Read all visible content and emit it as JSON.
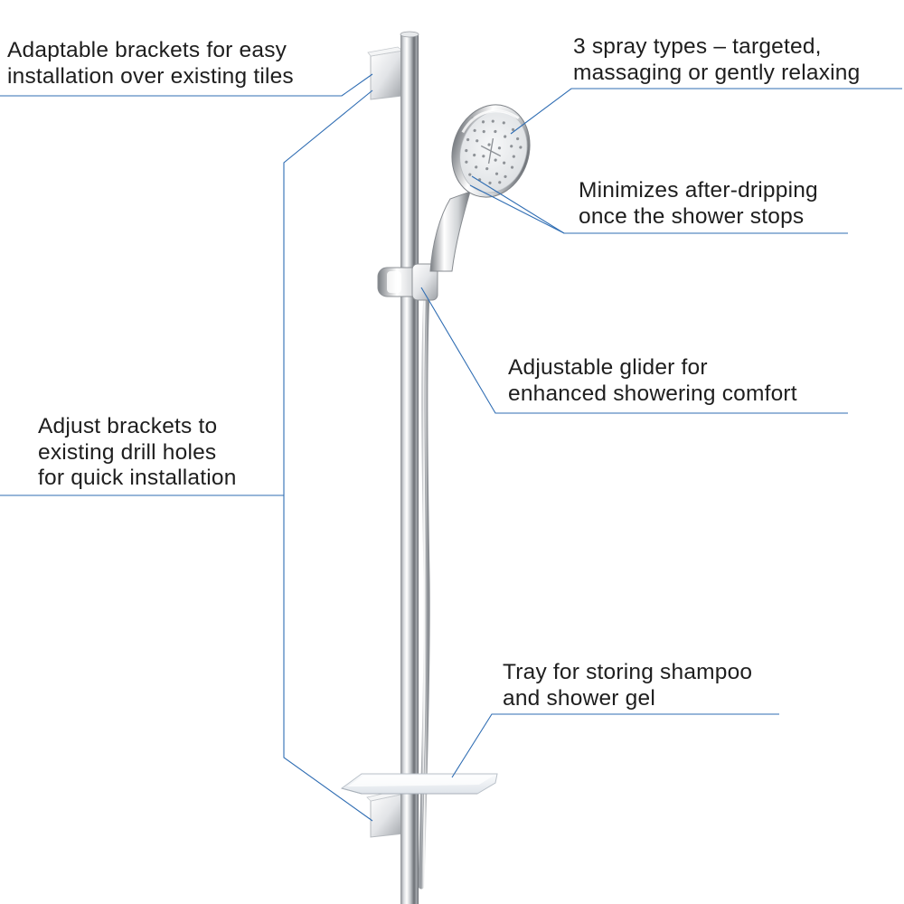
{
  "callouts": {
    "brackets_easy": {
      "line1": "Adaptable brackets for easy",
      "line2": "installation over existing tiles"
    },
    "spray_types": {
      "line1": "3 spray types – targeted,",
      "line2": "massaging or gently relaxing"
    },
    "after_dripping": {
      "line1": "Minimizes after-dripping",
      "line2": "once the shower stops"
    },
    "glider": {
      "line1": "Adjustable glider for",
      "line2": "enhanced showering comfort"
    },
    "drill_holes": {
      "line1": "Adjust brackets to",
      "line2": "existing drill holes",
      "line3": "for quick installation"
    },
    "tray": {
      "line1": "Tray for storing shampoo",
      "line2": "and shower gel"
    }
  },
  "colors": {
    "leader_line": "#2f6db3",
    "text": "#1e1e1e",
    "chrome_dark": "#6f7378",
    "chrome_light": "#f4f5f6"
  }
}
